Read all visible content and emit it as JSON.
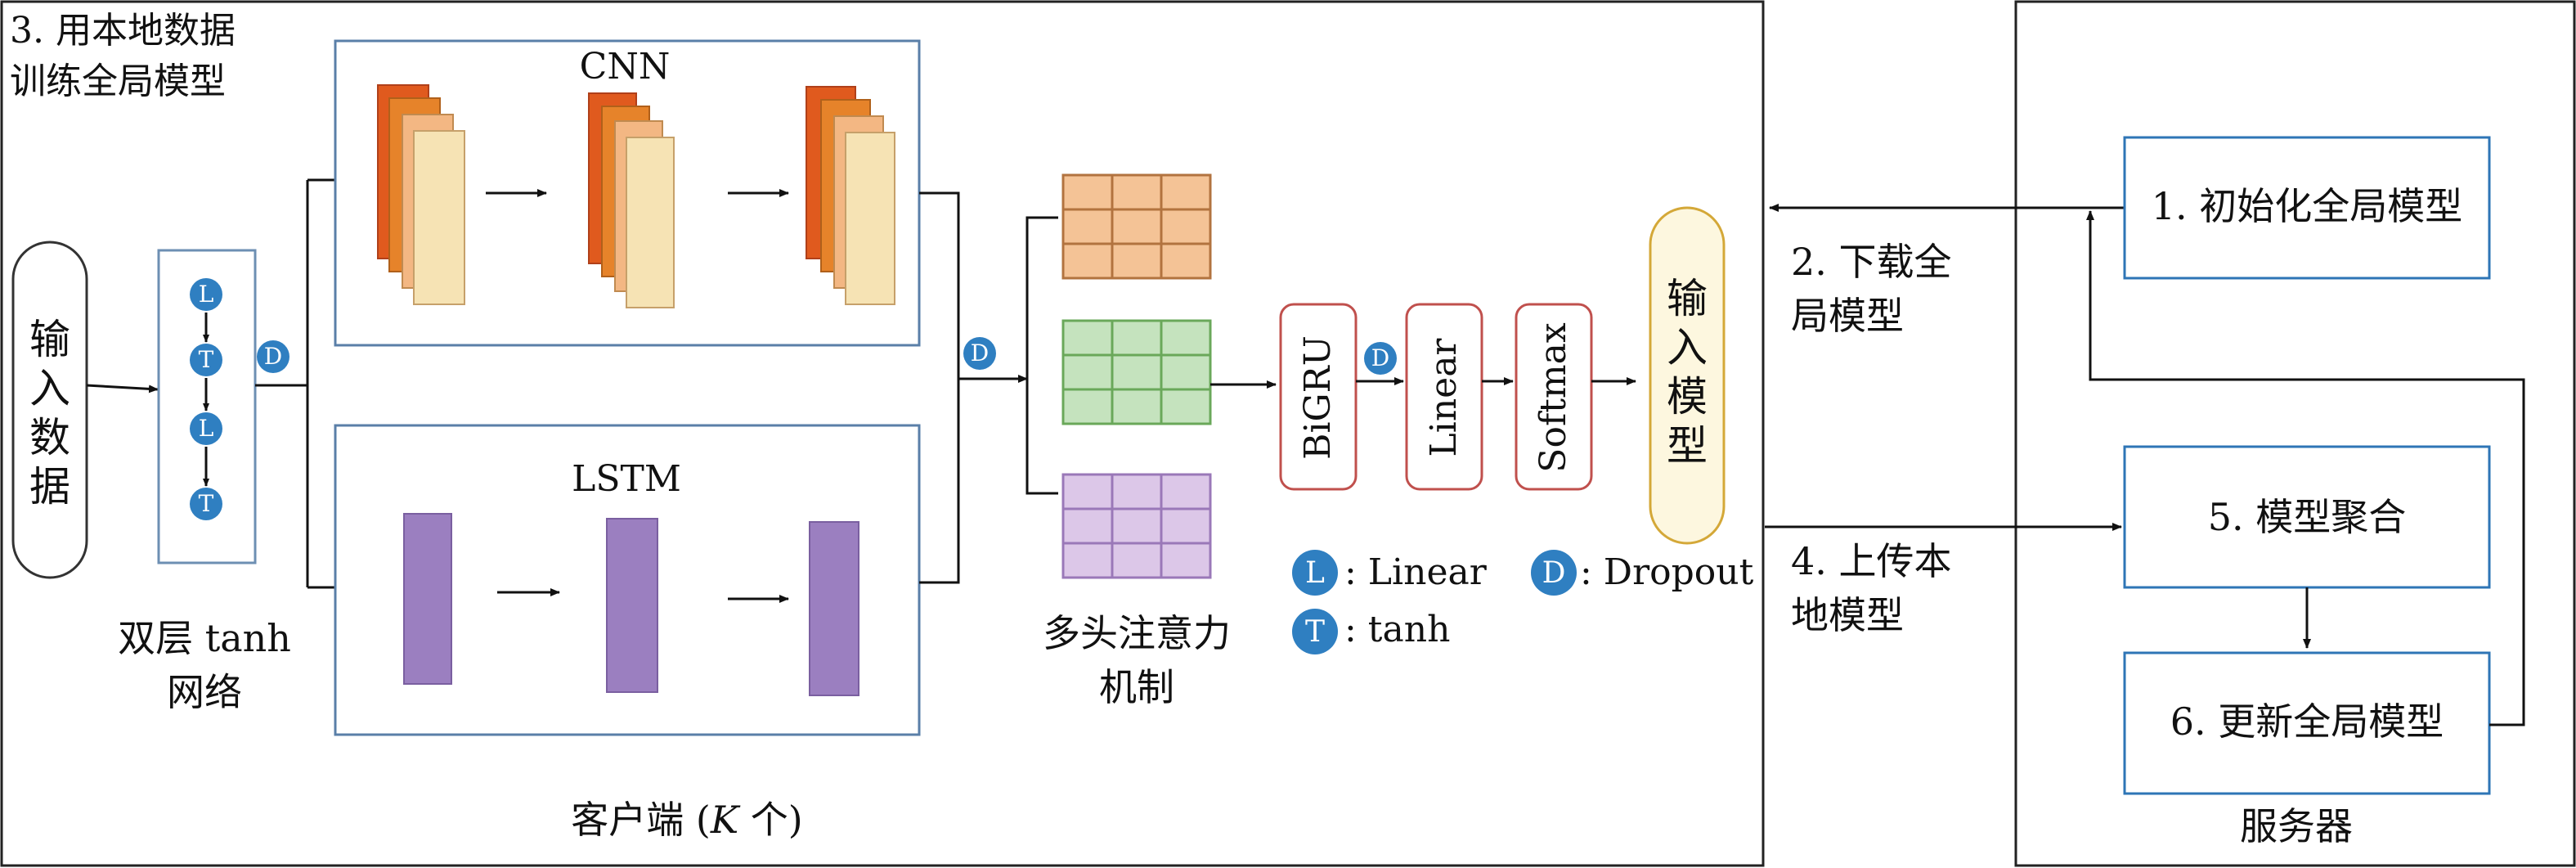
{
  "client": {
    "step3_line1": "3. 用本地数据",
    "step3_line2": "训练全局模型",
    "caption_prefix": "客户端 (",
    "caption_k": "K",
    "caption_suffix": " 个)",
    "input_data_chars": [
      "输",
      "入",
      "数",
      "据"
    ],
    "tanh_net_line1": "双层 tanh",
    "tanh_net_line2": "网络",
    "tanh_chain": [
      "L",
      "T",
      "L",
      "T"
    ],
    "dropout_badge": "D",
    "cnn_title": "CNN",
    "lstm_title": "LSTM",
    "attention_line1": "多头注意力",
    "attention_line2": "机制",
    "bigru_label": "BiGRU",
    "linear_label": "Linear",
    "softmax_label": "Softmax",
    "output_chars": [
      "输",
      "入",
      "模",
      "型"
    ],
    "legend": [
      {
        "badge": "L",
        "text": ": Linear"
      },
      {
        "badge": "T",
        "text": ": tanh"
      },
      {
        "badge": "D",
        "text": ": Dropout"
      }
    ]
  },
  "links": {
    "download_line1": "2. 下载全",
    "download_line2": "局模型",
    "upload_line1": "4. 上传本",
    "upload_line2": "地模型"
  },
  "server": {
    "caption": "服务器",
    "step1": "1. 初始化全局模型",
    "step5": "5. 模型聚合",
    "step6": "6. 更新全局模型"
  },
  "colors": {
    "badge_fill": "#2f7fc1",
    "box_border": "#2e75b6",
    "red_border": "#c0504d",
    "cnn_layers": [
      "#e05a1e",
      "#e6832a",
      "#f3b783",
      "#f6e3b4"
    ],
    "grid_orange": "#f4c396",
    "grid_green": "#c5e3be",
    "grid_purple": "#dcc7e8",
    "lstm_bar": "#9b7fc0",
    "output_border": "#d4a838",
    "output_fill": "#fdf7df"
  }
}
